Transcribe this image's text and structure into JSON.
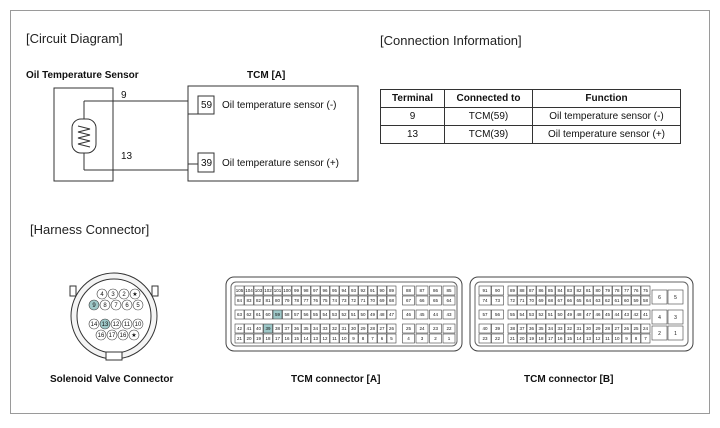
{
  "headers": {
    "circuit": "[Circuit Diagram]",
    "connection": "[Connection Information]",
    "harness": "[Harness Connector]"
  },
  "circuit": {
    "sensor_title": "Oil Temperature Sensor",
    "tcm_title": "TCM [A]",
    "wires": [
      {
        "terminal": "9",
        "tcm_pin": "59",
        "label": "Oil temperature sensor (-)"
      },
      {
        "terminal": "13",
        "tcm_pin": "39",
        "label": "Oil temperature sensor (+)"
      }
    ]
  },
  "connection_table": {
    "columns": [
      "Terminal",
      "Connected to",
      "Function"
    ],
    "rows": [
      [
        "9",
        "TCM(59)",
        "Oil temperature sensor (-)"
      ],
      [
        "13",
        "TCM(39)",
        "Oil temperature sensor (+)"
      ]
    ]
  },
  "connectors": {
    "solenoid": {
      "caption": "Solenoid Valve Connector",
      "row1": [
        "4",
        "3",
        "2",
        "★"
      ],
      "row2": [
        "9",
        "8",
        "7",
        "6",
        "5"
      ],
      "row3": [
        "14",
        "13",
        "12",
        "11",
        "10"
      ],
      "row4": [
        "16",
        "17",
        "16",
        "★"
      ],
      "highlighted": [
        "9",
        "13"
      ]
    },
    "tcm_a": {
      "caption": "TCM connector [A]",
      "rows": [
        [
          "105",
          "104",
          "103",
          "102",
          "101",
          "100",
          "99",
          "98",
          "97",
          "96",
          "95",
          "94",
          "93",
          "92",
          "91",
          "90",
          "89",
          "88",
          "87",
          "86",
          "85"
        ],
        [
          "84",
          "83",
          "82",
          "81",
          "80",
          "79",
          "78",
          "77",
          "76",
          "75",
          "74",
          "73",
          "72",
          "71",
          "70",
          "69",
          "68",
          "67",
          "66",
          "65",
          "64"
        ],
        [
          "63",
          "62",
          "61",
          "60",
          "59",
          "58",
          "57",
          "56",
          "55",
          "54",
          "53",
          "52",
          "51",
          "50",
          "49",
          "48",
          "47",
          "46",
          "45",
          "44",
          "43"
        ],
        [
          "42",
          "41",
          "40",
          "39",
          "38",
          "37",
          "36",
          "35",
          "34",
          "33",
          "32",
          "31",
          "30",
          "29",
          "28",
          "27",
          "26",
          "25",
          "24",
          "23",
          "22"
        ],
        [
          "21",
          "20",
          "19",
          "18",
          "17",
          "16",
          "15",
          "14",
          "13",
          "12",
          "11",
          "10",
          "9",
          "8",
          "7",
          "6",
          "5",
          "4",
          "3",
          "2",
          "1"
        ]
      ],
      "highlighted": [
        "59",
        "39"
      ]
    },
    "tcm_b": {
      "caption": "TCM connector [B]",
      "rows": [
        [
          "91",
          "90",
          "89",
          "88",
          "87",
          "86",
          "85",
          "84",
          "83",
          "82",
          "81",
          "80",
          "79",
          "78",
          "77",
          "76",
          "75"
        ],
        [
          "74",
          "73",
          "72",
          "71",
          "70",
          "69",
          "68",
          "67",
          "66",
          "65",
          "64",
          "63",
          "62",
          "61",
          "60",
          "59",
          "58"
        ],
        [
          "57",
          "56",
          "55",
          "54",
          "53",
          "52",
          "51",
          "50",
          "49",
          "48",
          "47",
          "46",
          "45",
          "44",
          "43",
          "42",
          "41"
        ],
        [
          "40",
          "39",
          "38",
          "37",
          "36",
          "35",
          "34",
          "33",
          "32",
          "31",
          "30",
          "29",
          "28",
          "27",
          "26",
          "25",
          "24"
        ],
        [
          "23",
          "22",
          "21",
          "20",
          "19",
          "18",
          "17",
          "16",
          "15",
          "14",
          "13",
          "12",
          "11",
          "10",
          "9",
          "8",
          "7"
        ]
      ],
      "side": [
        [
          "6",
          "5"
        ],
        [
          "4",
          "3"
        ],
        [
          "2",
          "1"
        ]
      ]
    }
  }
}
